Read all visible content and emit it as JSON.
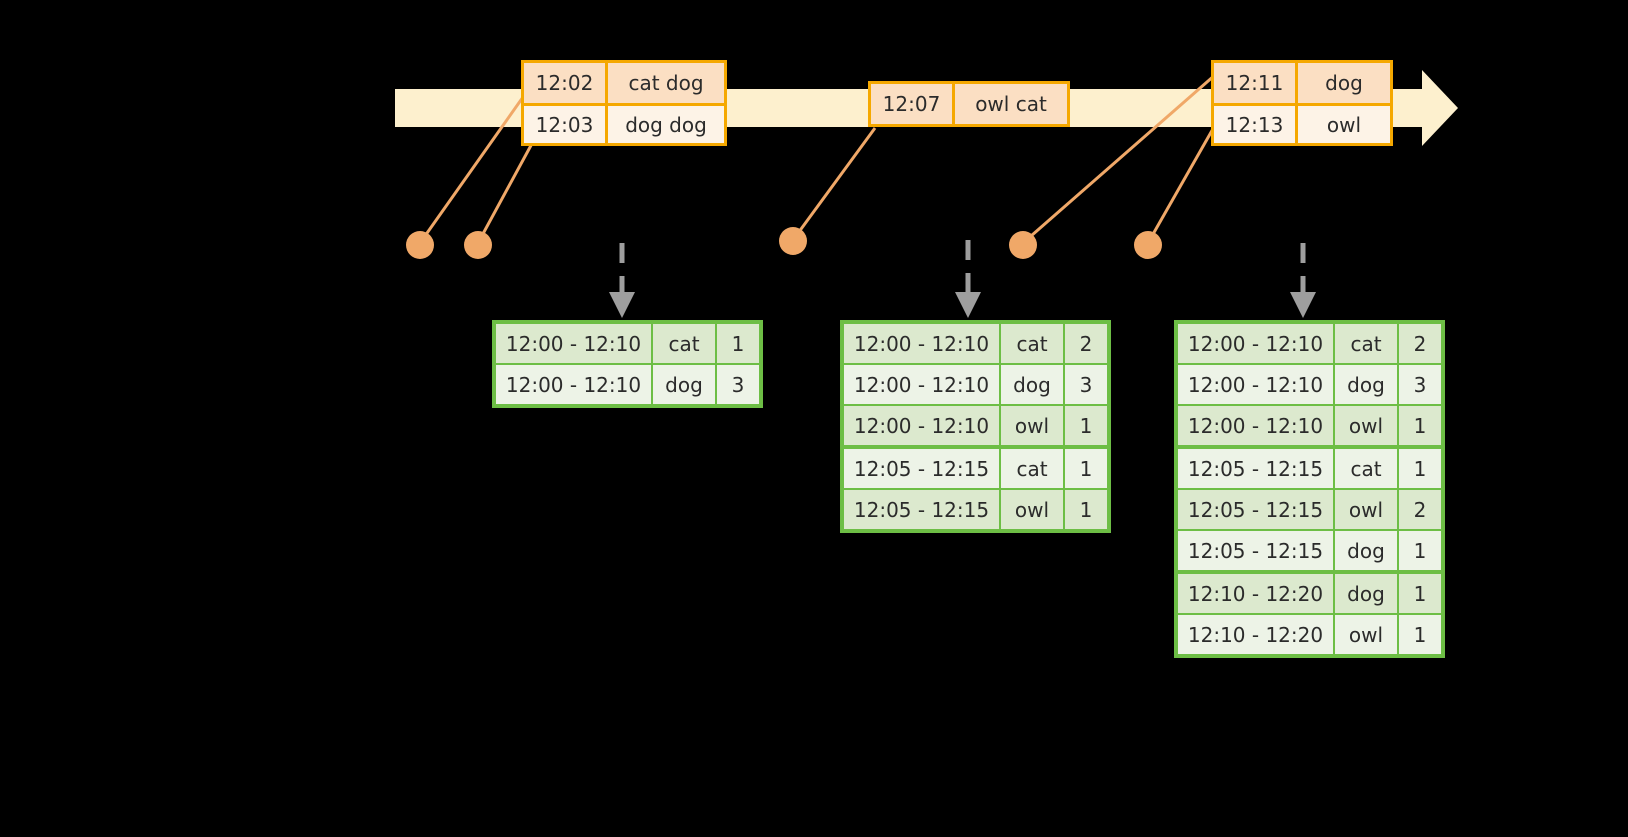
{
  "colors": {
    "background": "#000000",
    "timeline_fill": "#FDF0CE",
    "event_border": "#F5A800",
    "event_fill_dark": "#FBDFC3",
    "event_fill_light": "#FDF3E7",
    "connector": "#F0A868",
    "dot": "#F0A868",
    "table_border": "#6DBE45",
    "table_fill_dark": "#DCE9CE",
    "table_fill_light": "#EDF3E7",
    "dashed_arrow": "#9E9E9E",
    "text": "#2b2b2b"
  },
  "timeline": {
    "name": "event-timeline-arrow",
    "direction": "right"
  },
  "event_boxes": [
    {
      "name": "event-box-1",
      "rows": [
        {
          "time": "12:02",
          "words": "cat dog",
          "shade": "dark"
        },
        {
          "time": "12:03",
          "words": "dog dog",
          "shade": "light"
        }
      ]
    },
    {
      "name": "event-box-2",
      "rows": [
        {
          "time": "12:07",
          "words": "owl cat",
          "shade": "dark"
        }
      ]
    },
    {
      "name": "event-box-3",
      "rows": [
        {
          "time": "12:11",
          "words": "dog",
          "shade": "dark"
        },
        {
          "time": "12:13",
          "words": "owl",
          "shade": "light"
        }
      ]
    }
  ],
  "dots": [
    {
      "name": "event-dot-1"
    },
    {
      "name": "event-dot-2"
    },
    {
      "name": "event-dot-3"
    },
    {
      "name": "event-dot-4"
    },
    {
      "name": "event-dot-5"
    }
  ],
  "tables": [
    {
      "name": "result-table-1",
      "rows": [
        {
          "window": "12:00 - 12:10",
          "word": "cat",
          "count": "1",
          "shade": "dark",
          "group_start": false
        },
        {
          "window": "12:00 - 12:10",
          "word": "dog",
          "count": "3",
          "shade": "light",
          "group_start": false
        }
      ]
    },
    {
      "name": "result-table-2",
      "rows": [
        {
          "window": "12:00 - 12:10",
          "word": "cat",
          "count": "2",
          "shade": "dark",
          "group_start": false
        },
        {
          "window": "12:00 - 12:10",
          "word": "dog",
          "count": "3",
          "shade": "light",
          "group_start": false
        },
        {
          "window": "12:00 - 12:10",
          "word": "owl",
          "count": "1",
          "shade": "dark",
          "group_start": false
        },
        {
          "window": "12:05 - 12:15",
          "word": "cat",
          "count": "1",
          "shade": "light",
          "group_start": true
        },
        {
          "window": "12:05 - 12:15",
          "word": "owl",
          "count": "1",
          "shade": "dark",
          "group_start": false
        }
      ]
    },
    {
      "name": "result-table-3",
      "rows": [
        {
          "window": "12:00 - 12:10",
          "word": "cat",
          "count": "2",
          "shade": "dark",
          "group_start": false
        },
        {
          "window": "12:00 - 12:10",
          "word": "dog",
          "count": "3",
          "shade": "light",
          "group_start": false
        },
        {
          "window": "12:00 - 12:10",
          "word": "owl",
          "count": "1",
          "shade": "dark",
          "group_start": false
        },
        {
          "window": "12:05 - 12:15",
          "word": "cat",
          "count": "1",
          "shade": "light",
          "group_start": true
        },
        {
          "window": "12:05 - 12:15",
          "word": "owl",
          "count": "2",
          "shade": "dark",
          "group_start": false
        },
        {
          "window": "12:05 - 12:15",
          "word": "dog",
          "count": "1",
          "shade": "light",
          "group_start": false
        },
        {
          "window": "12:10 - 12:20",
          "word": "dog",
          "count": "1",
          "shade": "dark",
          "group_start": true
        },
        {
          "window": "12:10 - 12:20",
          "word": "owl",
          "count": "1",
          "shade": "light",
          "group_start": false
        }
      ]
    }
  ],
  "dashed_arrows": [
    {
      "name": "emit-arrow-1"
    },
    {
      "name": "emit-arrow-2"
    },
    {
      "name": "emit-arrow-3"
    }
  ]
}
